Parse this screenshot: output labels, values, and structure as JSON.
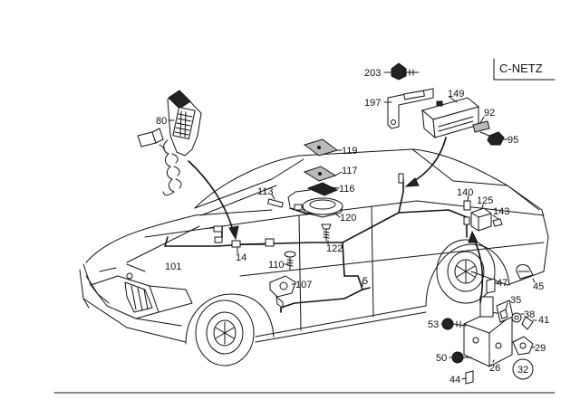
{
  "title_box": "C-NETZ",
  "labels": {
    "p203": "203",
    "p197": "197",
    "p149": "149",
    "p92": "92",
    "p95": "95",
    "p80": "80",
    "p119": "119",
    "p117": "117",
    "p116": "116",
    "p113": "113",
    "p120": "120",
    "p122": "122",
    "p140": "140",
    "p125": "125",
    "p143": "143",
    "p101": "101",
    "p14": "14",
    "p110": "110",
    "p107": "107",
    "p5": "5",
    "p47": "47",
    "p45": "45",
    "p35": "35",
    "p53": "53",
    "p38": "38",
    "p41": "41",
    "p29": "29",
    "p50": "50",
    "p26": "26",
    "p32": "32",
    "p44": "44"
  }
}
